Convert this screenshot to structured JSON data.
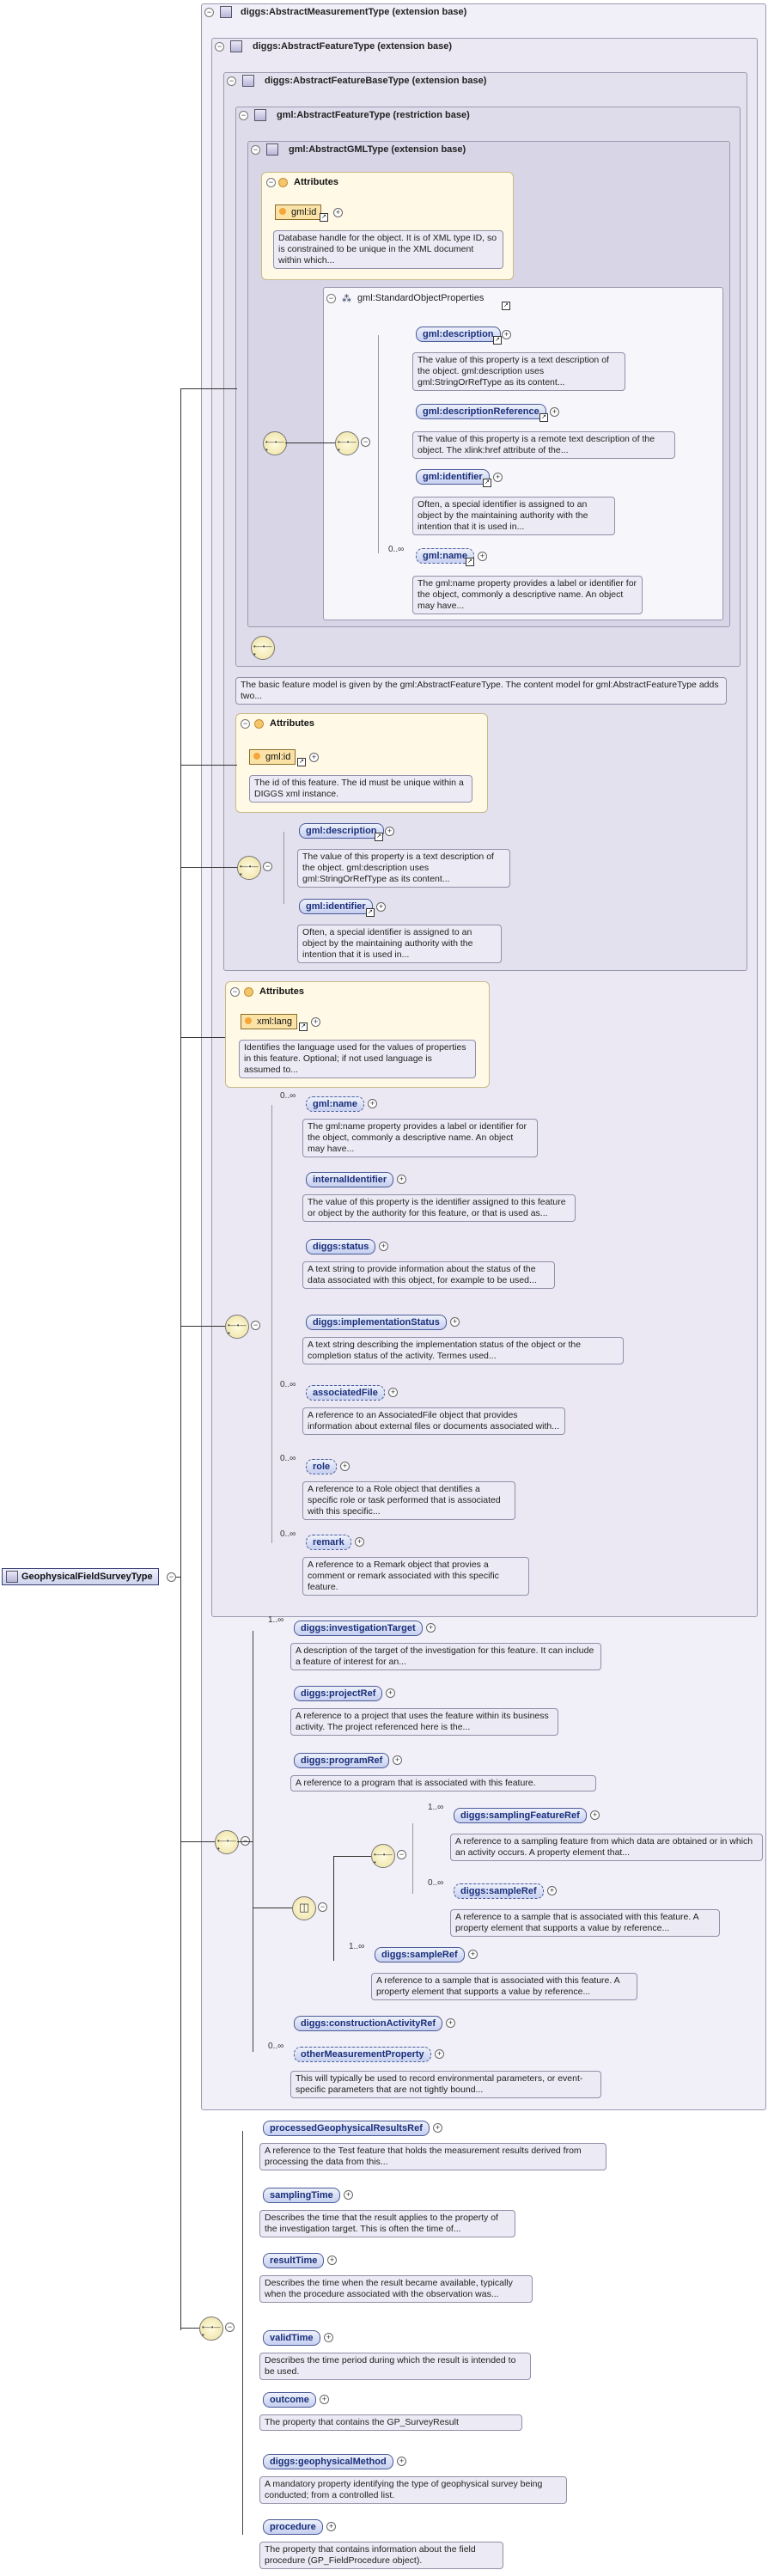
{
  "root": {
    "name": "GeophysicalFieldSurveyType"
  },
  "types": {
    "t1": "diggs:AbstractMeasurementType (extension base)",
    "t2": "diggs:AbstractFeatureType (extension base)",
    "t3": "diggs:AbstractFeatureBaseType (extension base)",
    "t4": "gml:AbstractFeatureType (restriction base)",
    "t5": "gml:AbstractGMLType (extension base)"
  },
  "attributes_label": "Attributes",
  "gml_group": {
    "title": "gml:StandardObjectProperties",
    "gmlid": {
      "name": "gml:id",
      "doc": "Database handle for the object. It is of XML type ID, so is constrained to be unique in the XML document within which..."
    },
    "items": [
      {
        "name": "gml:description",
        "doc": "The value of this property is a text description of the object. gml:description uses gml:StringOrRefType as its content..."
      },
      {
        "name": "gml:descriptionReference",
        "doc": "The value of this property is a remote text description of the object. The xlink:href attribute of the..."
      },
      {
        "name": "gml:identifier",
        "doc": "Often, a special identifier is assigned to an object by the maintaining authority with the intention that it is used in..."
      },
      {
        "name": "gml:name",
        "card": "0..∞",
        "doc": "The gml:name property provides a label or identifier for the object, commonly a descriptive name. An object may have..."
      }
    ]
  },
  "feature_doc": "The basic feature model is given by the gml:AbstractFeatureType. The content model for gml:AbstractFeatureType adds two...",
  "base_attr": {
    "name": "gml:id",
    "doc": "The id of this feature. The id must be unique within a DIGGS xml instance."
  },
  "base_items": [
    {
      "name": "gml:description",
      "doc": "The value of this property is a text description of the object. gml:description uses gml:StringOrRefType as its content..."
    },
    {
      "name": "gml:identifier",
      "doc": "Often, a special identifier is assigned to an object by the maintaining authority with the intention that it is used in..."
    }
  ],
  "feat_attr": {
    "name": "xml:lang",
    "doc": "Identifies the language used for the values of properties in this feature. Optional; if not used language is assumed to..."
  },
  "feat_items": [
    {
      "name": "gml:name",
      "card": "0..∞",
      "doc": "The gml:name property provides a label or identifier for the object, commonly a descriptive name. An object may have..."
    },
    {
      "name": "internalIdentifier",
      "card": "",
      "doc": "The value of this property is the identifier assigned to this feature or object by the authority for this feature, or that is used as..."
    },
    {
      "name": "diggs:status",
      "card": "",
      "doc": "A text string to provide information about the status of the data associated with this object, for example to be used..."
    },
    {
      "name": "diggs:implementationStatus",
      "card": "",
      "doc": "A text string describing the implementation status of the object or the completion status of the activity. Termes used..."
    },
    {
      "name": "associatedFile",
      "card": "0..∞",
      "doc": "A reference to an AssociatedFile object that provides information about external files or documents associated with..."
    },
    {
      "name": "role",
      "card": "0..∞",
      "doc": "A reference to a Role object that dentifies a specific role or task performed that is associated with this specific..."
    },
    {
      "name": "remark",
      "card": "0..∞",
      "doc": "A reference to a Remark object that provies a comment or remark associated with this specific feature."
    }
  ],
  "meas_items": [
    {
      "name": "diggs:investigationTarget",
      "card": "1..∞",
      "doc": "A description of the target of the investigation for this feature. It can include a feature of interest for an..."
    },
    {
      "name": "diggs:projectRef",
      "card": "",
      "doc": "A reference to a project that uses the feature within its business activity. The project referenced here is the..."
    },
    {
      "name": "diggs:programRef",
      "card": "",
      "doc": "A reference to a program that is associated with this feature."
    }
  ],
  "choice_items": [
    {
      "name": "diggs:samplingFeatureRef",
      "card": "1..∞",
      "doc": "A reference to a sampling feature from which data are obtained or in which an activity occurs. A property element that..."
    },
    {
      "name": "diggs:sampleRef",
      "card": "0..∞",
      "doc": "A reference to a sample that is associated with this feature. A property element that supports a value by reference..."
    },
    {
      "name": "diggs:sampleRef",
      "card": "1..∞",
      "doc": "A reference to a sample that is associated with this feature. A property element that supports a value by reference..."
    }
  ],
  "meas_tail": [
    {
      "name": "diggs:constructionActivityRef",
      "card": "",
      "doc": ""
    },
    {
      "name": "otherMeasurementProperty",
      "card": "0..∞",
      "doc": "This will typically be used to record environmental parameters, or event-specific parameters that are not tightly bound..."
    }
  ],
  "own_items": [
    {
      "name": "processedGeophysicalResultsRef",
      "doc": "A reference to the Test feature that holds the measurement results derived from processing the data from this..."
    },
    {
      "name": "samplingTime",
      "doc": "Describes the time that the result applies to the property of the investigation target. This is often the time of..."
    },
    {
      "name": "resultTime",
      "doc": "Describes the time when the result became available, typically when the procedure associated with the observation was..."
    },
    {
      "name": "validTime",
      "doc": "Describes the time period during which the result is intended to be used."
    },
    {
      "name": "outcome",
      "doc": "The property that contains the GP_SurveyResult"
    },
    {
      "name": "diggs:geophysicalMethod",
      "doc": "A mandatory property identifying the type of geophysical survey being conducted; from a controlled list."
    },
    {
      "name": "procedure",
      "doc": "The property that contains information about the field procedure (GP_FieldProcedure object)."
    }
  ]
}
